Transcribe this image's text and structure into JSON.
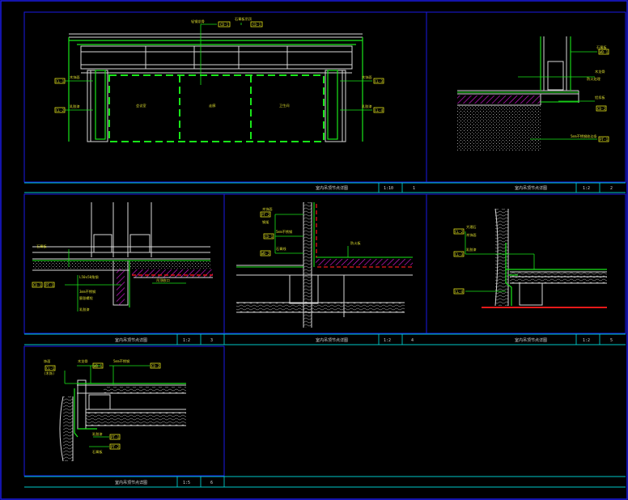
{
  "colors": {
    "background": "#000000",
    "frame": "#1a1ae6",
    "title_line": "#00c8c8",
    "outline": "#d8d8d8",
    "green": "#19e619",
    "yellow": "#e6e619",
    "red": "#e61919",
    "magenta": "#e619e6",
    "dim_grey": "#8a8a8a",
    "label": "#dede30"
  },
  "panels": [
    {
      "id": "1",
      "title": "室内吊顶节点详图",
      "scale": "1:10",
      "number": "1"
    },
    {
      "id": "2",
      "title": "室内吊顶节点详图",
      "scale": "1:2",
      "number": "2"
    },
    {
      "id": "3",
      "title": "室内吊顶节点详图",
      "scale": "1:2",
      "number": "3"
    },
    {
      "id": "4",
      "title": "室内吊顶节点详图",
      "scale": "1:2",
      "number": "4"
    },
    {
      "id": "5",
      "title": "室内吊顶节点详图",
      "scale": "1:2",
      "number": "5"
    },
    {
      "id": "6",
      "title": "室内吊顶节点详图",
      "scale": "1:5",
      "number": "6"
    }
  ],
  "detail1": {
    "top_tags": [
      "CD-1",
      "CD-1"
    ],
    "top_notes": [
      "轻钢龙骨",
      "石膏板吊顶"
    ],
    "left_tags": [
      "CL-1",
      "CL-2"
    ],
    "left_notes": [
      "木饰面",
      "乳胶漆"
    ],
    "right_tags": [
      "CL-3",
      "CL-4"
    ],
    "right_notes": [
      "木饰面",
      "乳胶漆"
    ],
    "room_labels": [
      "会议室",
      "走廊",
      "卫生间"
    ]
  },
  "detail2": {
    "tags": [
      "WD-1",
      "CD-2",
      "PT-1"
    ],
    "notes": [
      "石膏板",
      "木龙骨",
      "防火处理",
      "铝扣板",
      "5mm不锈钢收边条"
    ]
  },
  "detail3": {
    "tags": [
      "CD-1",
      "PT-1"
    ],
    "notes": [
      "石膏板",
      "L50x50角钢",
      "3mm不锈钢",
      "膨胀螺栓",
      "乳胶漆",
      "吊顶收口"
    ]
  },
  "detail4": {
    "tags": [
      "CD-1",
      "WD-2",
      "PT-2"
    ],
    "notes": [
      "木饰面",
      "钢架",
      "5mm不锈钢",
      "石膏线",
      "防火板"
    ]
  },
  "detail5": {
    "tags": [
      "CL-2",
      "CL-3",
      "CL-4"
    ],
    "notes": [
      "大理石",
      "木饰面",
      "乳胶漆"
    ]
  },
  "detail6": {
    "tags": [
      "WD-1",
      "CD-2",
      "PT-1",
      "PT-2",
      "CL-1"
    ],
    "notes": [
      "饰面",
      "(木饰)",
      "木龙骨",
      "5mm不锈钢",
      "乳胶漆",
      "石膏板"
    ]
  }
}
